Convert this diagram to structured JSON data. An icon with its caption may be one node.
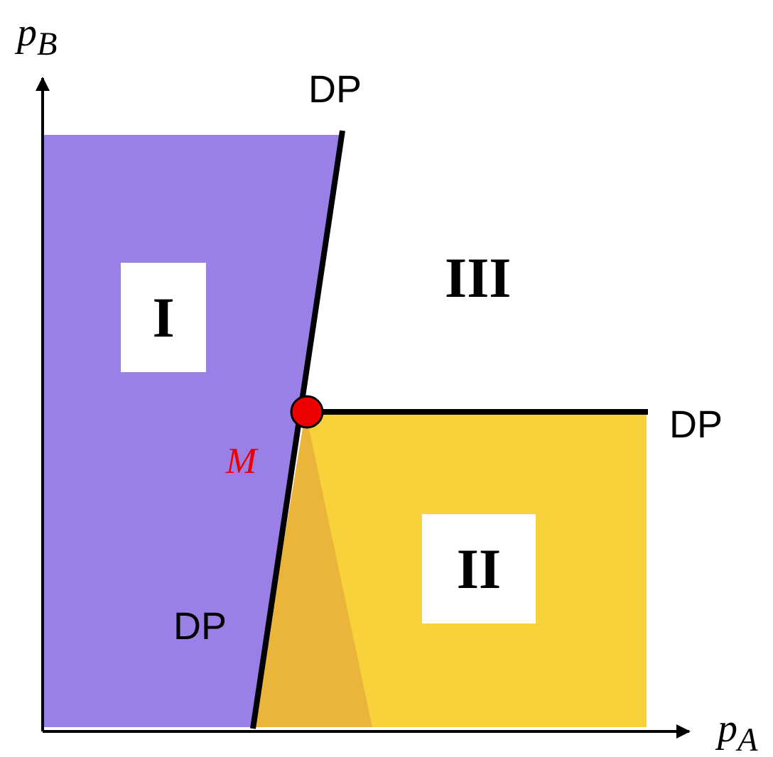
{
  "diagram": {
    "labels": [
      "p$_{B}$",
      "DP",
      "I",
      "III",
      "DP",
      "M",
      "II",
      "DP",
      "p$_{A}$"
    ]
  }
}
